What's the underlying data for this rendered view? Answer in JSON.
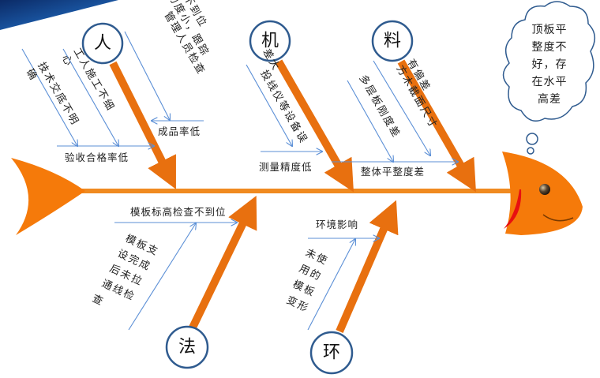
{
  "problem": {
    "lines": [
      "顶板平",
      "整度不",
      "好，存",
      "在水平",
      "高差"
    ]
  },
  "categories": {
    "person": {
      "label": "人",
      "primary": "验收合格率低",
      "secondary": "成品率低",
      "causes": [
        {
          "lines": [
            "技术交底不明",
            "确"
          ]
        },
        {
          "lines": [
            "工人施工不细",
            "心"
          ]
        },
        {
          "lines": [
            "管理人员检查",
            "力度小，跟踪",
            "检查不到位"
          ]
        }
      ]
    },
    "machine": {
      "label": "机",
      "primary": "测量精度低",
      "causes": [
        {
          "lines": [
            "投线仪等设备误",
            "差大"
          ]
        }
      ]
    },
    "material": {
      "label": "料",
      "primary": "整体平整度差",
      "causes": [
        {
          "lines": [
            "多层板刚度差"
          ]
        },
        {
          "lines": [
            "方木截面尺寸",
            "有偏差"
          ]
        }
      ]
    },
    "method": {
      "label": "法",
      "primary": "模板标高检查不到位",
      "causes": [
        {
          "lines": [
            "模板支",
            "设完成",
            "后未拉",
            "通线检",
            "查"
          ]
        }
      ]
    },
    "environment": {
      "label": "环",
      "primary": "环境影响",
      "causes": [
        {
          "lines": [
            "未使",
            "用的",
            "模板",
            "变形"
          ]
        }
      ]
    }
  },
  "colors": {
    "bone": "#e8700f",
    "fish": "#f57a0a",
    "thin_line": "#5b8fd6",
    "circle": "#2f5b8f"
  }
}
